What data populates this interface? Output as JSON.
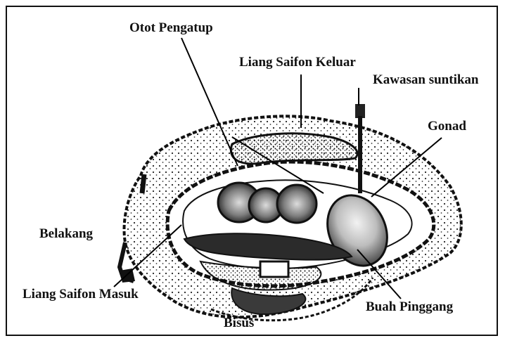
{
  "labels": {
    "otot_pengatup": "Otot Pengatup",
    "liang_saifon_keluar": "Liang Saifon Keluar",
    "kawasan_suntikan": "Kawasan suntikan",
    "gonad": "Gonad",
    "belakang": "Belakang",
    "liang_saifon_masuk": "Liang Saifon Masuk",
    "buah_pinggang": "Buah Pinggang",
    "bisus": "Bisus"
  }
}
